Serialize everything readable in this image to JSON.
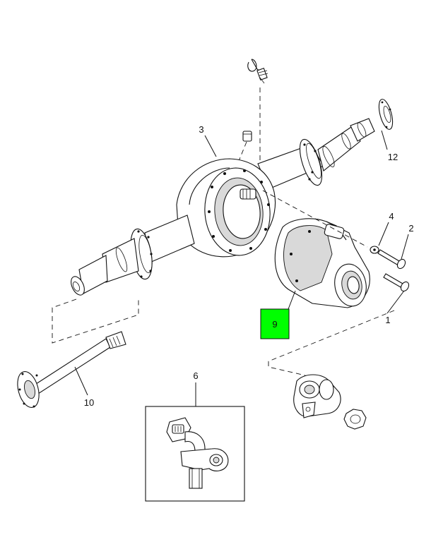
{
  "callouts": {
    "c1": "1",
    "c2": "2",
    "c3": "3",
    "c4": "4",
    "c6": "6",
    "c9": "9",
    "c10": "10",
    "c12": "12"
  },
  "highlight_color": "#00ff00"
}
